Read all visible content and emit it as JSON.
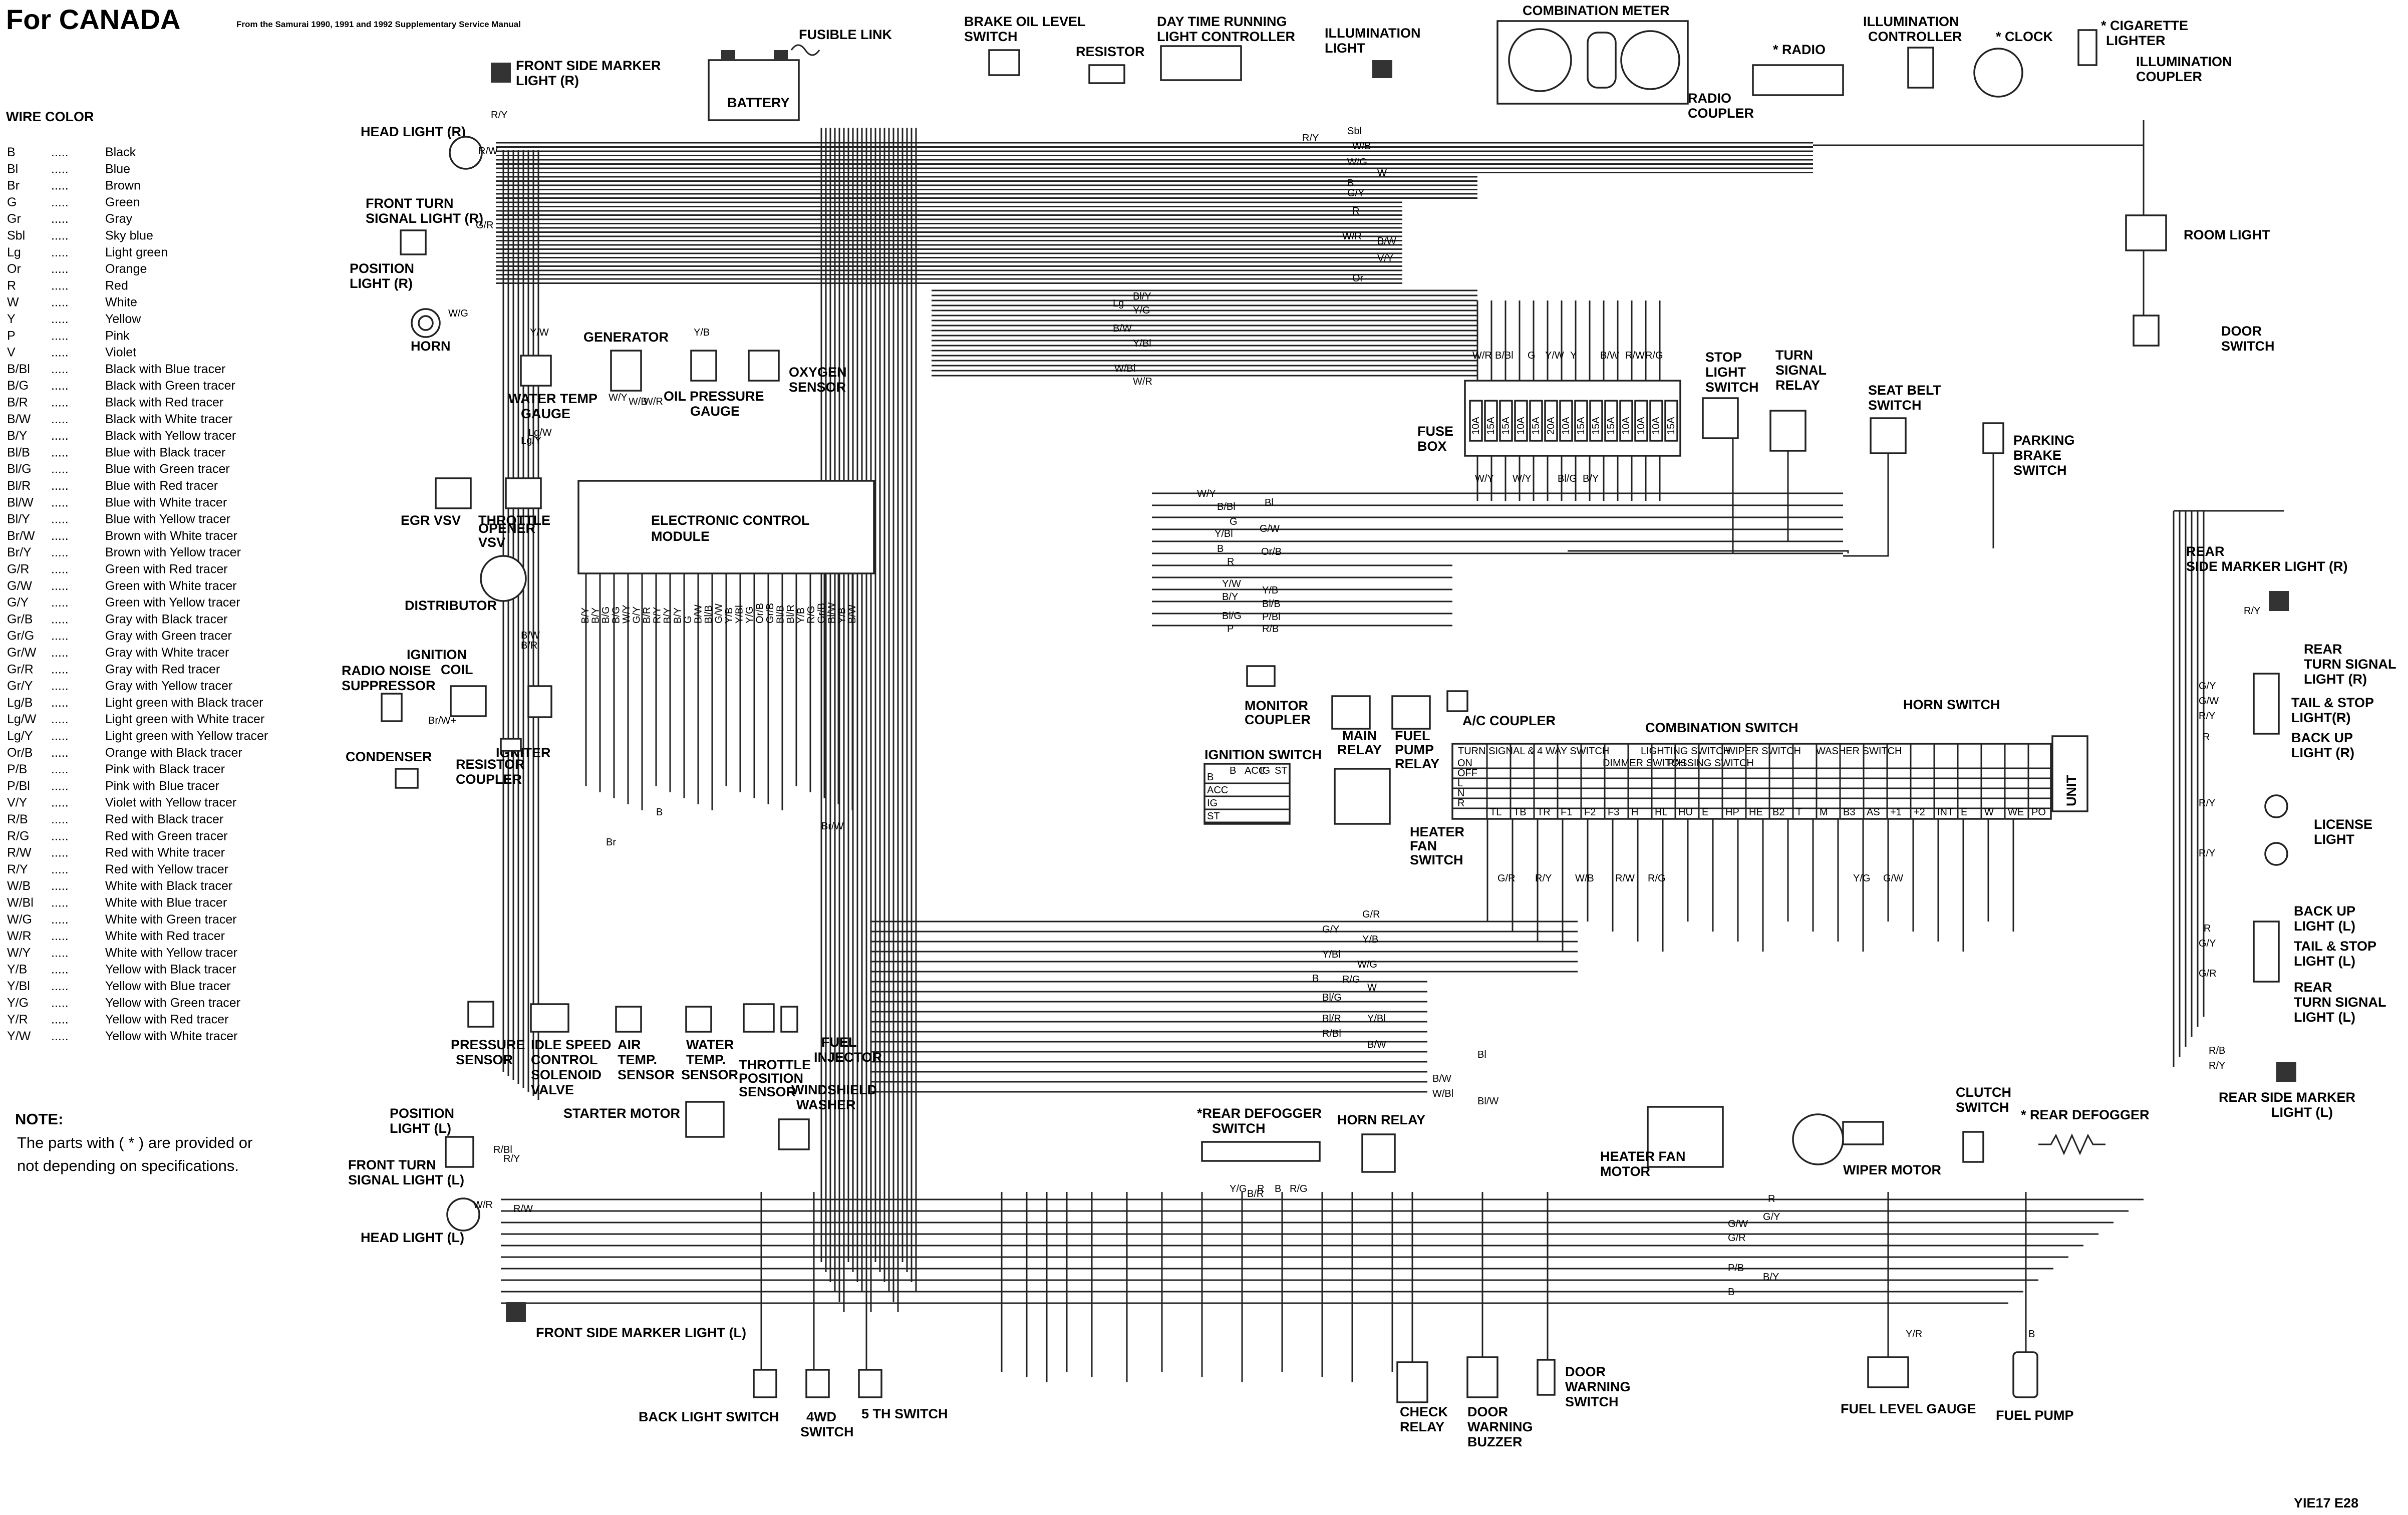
{
  "header": {
    "title": "For CANADA",
    "subtitle": "From the Samurai 1990, 1991 and 1992 Supplementary Service Manual"
  },
  "legend": {
    "title": "WIRE COLOR",
    "items": [
      {
        "code": "B",
        "color": "Black"
      },
      {
        "code": "Bl",
        "color": "Blue"
      },
      {
        "code": "Br",
        "color": "Brown"
      },
      {
        "code": "G",
        "color": "Green"
      },
      {
        "code": "Gr",
        "color": "Gray"
      },
      {
        "code": "Sbl",
        "color": "Sky blue"
      },
      {
        "code": "Lg",
        "color": "Light green"
      },
      {
        "code": "Or",
        "color": "Orange"
      },
      {
        "code": "R",
        "color": "Red"
      },
      {
        "code": "W",
        "color": "White"
      },
      {
        "code": "Y",
        "color": "Yellow"
      },
      {
        "code": "P",
        "color": "Pink"
      },
      {
        "code": "V",
        "color": "Violet"
      },
      {
        "code": "B/Bl",
        "color": "Black with Blue tracer"
      },
      {
        "code": "B/G",
        "color": "Black with Green tracer"
      },
      {
        "code": "B/R",
        "color": "Black with Red tracer"
      },
      {
        "code": "B/W",
        "color": "Black with White tracer"
      },
      {
        "code": "B/Y",
        "color": "Black with Yellow tracer"
      },
      {
        "code": "Bl/B",
        "color": "Blue with Black tracer"
      },
      {
        "code": "Bl/G",
        "color": "Blue with Green tracer"
      },
      {
        "code": "Bl/R",
        "color": "Blue with Red tracer"
      },
      {
        "code": "Bl/W",
        "color": "Blue with White tracer"
      },
      {
        "code": "Bl/Y",
        "color": "Blue with Yellow tracer"
      },
      {
        "code": "Br/W",
        "color": "Brown with White tracer"
      },
      {
        "code": "Br/Y",
        "color": "Brown with Yellow tracer"
      },
      {
        "code": "G/R",
        "color": "Green with Red tracer"
      },
      {
        "code": "G/W",
        "color": "Green with White tracer"
      },
      {
        "code": "G/Y",
        "color": "Green with Yellow tracer"
      },
      {
        "code": "Gr/B",
        "color": "Gray with Black tracer"
      },
      {
        "code": "Gr/G",
        "color": "Gray with Green tracer"
      },
      {
        "code": "Gr/W",
        "color": "Gray with White tracer"
      },
      {
        "code": "Gr/R",
        "color": "Gray with Red tracer"
      },
      {
        "code": "Gr/Y",
        "color": "Gray with Yellow tracer"
      },
      {
        "code": "Lg/B",
        "color": "Light green with Black tracer"
      },
      {
        "code": "Lg/W",
        "color": "Light green with White tracer"
      },
      {
        "code": "Lg/Y",
        "color": "Light green with Yellow tracer"
      },
      {
        "code": "Or/B",
        "color": "Orange with Black tracer"
      },
      {
        "code": "P/B",
        "color": "Pink with Black tracer"
      },
      {
        "code": "P/Bl",
        "color": "Pink with Blue tracer"
      },
      {
        "code": "V/Y",
        "color": "Violet with Yellow tracer"
      },
      {
        "code": "R/B",
        "color": "Red with Black tracer"
      },
      {
        "code": "R/G",
        "color": "Red with Green tracer"
      },
      {
        "code": "R/W",
        "color": "Red with White tracer"
      },
      {
        "code": "R/Y",
        "color": "Red with Yellow tracer"
      },
      {
        "code": "W/B",
        "color": "White with Black tracer"
      },
      {
        "code": "W/Bl",
        "color": "White with Blue tracer"
      },
      {
        "code": "W/G",
        "color": "White with Green tracer"
      },
      {
        "code": "W/R",
        "color": "White with Red tracer"
      },
      {
        "code": "W/Y",
        "color": "White with Yellow tracer"
      },
      {
        "code": "Y/B",
        "color": "Yellow with Black tracer"
      },
      {
        "code": "Y/Bl",
        "color": "Yellow with Blue tracer"
      },
      {
        "code": "Y/G",
        "color": "Yellow with Green tracer"
      },
      {
        "code": "Y/R",
        "color": "Yellow with Red tracer"
      },
      {
        "code": "Y/W",
        "color": "Yellow with White tracer"
      }
    ]
  },
  "note": {
    "title": "NOTE:",
    "line1": "The parts with ( * ) are provided or",
    "line2": "not depending on specifications."
  },
  "components": {
    "fusible_link": "FUSIBLE LINK",
    "battery": "BATTERY",
    "front_side_marker_r": "FRONT SIDE MARKER",
    "front_side_marker_r2": "LIGHT (R)",
    "head_light_r": "HEAD LIGHT (R)",
    "front_turn_r": "FRONT TURN",
    "front_turn_r2": "SIGNAL LIGHT (R)",
    "position_r": "POSITION",
    "position_r2": "LIGHT (R)",
    "horn": "HORN",
    "brake_oil": "BRAKE OIL LEVEL",
    "brake_oil2": "SWITCH",
    "resistor": "RESISTOR",
    "drl1": "DAY TIME RUNNING",
    "drl2": "LIGHT CONTROLLER",
    "illum_light": "ILLUMINATION",
    "illum_light2": "LIGHT",
    "comb_meter": "COMBINATION METER",
    "radio": "* RADIO",
    "radio_coupler": "RADIO",
    "radio_coupler2": "COUPLER",
    "illum_ctrl": "ILLUMINATION",
    "illum_ctrl2": "CONTROLLER",
    "clock": "* CLOCK",
    "cig": "* CIGARETTE",
    "cig2": "LIGHTER",
    "illum_coupler": "ILLUMINATION",
    "illum_coupler2": "COUPLER",
    "room_light": "ROOM LIGHT",
    "door_switch": "DOOR",
    "door_switch2": "SWITCH",
    "generator": "GENERATOR",
    "water_temp_gauge": "WATER TEMP",
    "water_temp_gauge2": "GAUGE",
    "oil_pressure": "OIL PRESSURE",
    "oil_pressure2": "GAUGE",
    "oxygen": "OXYGEN",
    "oxygen2": "SENSOR",
    "fuse_box": "FUSE",
    "fuse_box2": "BOX",
    "stop_light": "STOP",
    "stop_light2": "LIGHT",
    "stop_light3": "SWITCH",
    "turn_relay": "TURN",
    "turn_relay2": "SIGNAL",
    "turn_relay3": "RELAY",
    "seat_belt": "SEAT BELT",
    "seat_belt2": "SWITCH",
    "parking": "PARKING",
    "parking2": "BRAKE",
    "parking3": "SWITCH",
    "egr": "EGR VSV",
    "throttle_opener": "THROTTLE",
    "throttle_opener2": "OPENER",
    "throttle_opener3": "VSV",
    "ecm": "ELECTRONIC CONTROL",
    "ecm2": "MODULE",
    "distributor": "DISTRIBUTOR",
    "radio_noise": "RADIO NOISE",
    "radio_noise2": "SUPPRESSOR",
    "ign_coil": "IGNITION",
    "ign_coil2": "COIL",
    "igniter": "IGNITER",
    "condenser": "CONDENSER",
    "resistor_coupler": "RESISTOR",
    "resistor_coupler2": "COUPLER",
    "monitor": "MONITOR",
    "monitor2": "COUPLER",
    "main_relay": "MAIN",
    "main_relay2": "RELAY",
    "fuel_pump_relay": "FUEL",
    "fuel_pump_relay2": "PUMP",
    "fuel_pump_relay3": "RELAY",
    "ac": "A/C COUPLER",
    "ign_switch": "IGNITION SWITCH",
    "heater_fan_sw": "HEATER",
    "heater_fan_sw2": "FAN",
    "heater_fan_sw3": "SWITCH",
    "comb_switch": "COMBINATION SWITCH",
    "horn_switch": "HORN SWITCH",
    "rear_side_r": "REAR",
    "rear_side_r2": "SIDE MARKER LIGHT (R)",
    "rear_turn_r": "REAR",
    "rear_turn_r2": "TURN SIGNAL",
    "rear_turn_r3": "LIGHT (R)",
    "tail_r": "TAIL & STOP",
    "tail_r2": "LIGHT(R)",
    "backup_r": "BACK UP",
    "backup_r2": "LIGHT (R)",
    "license": "LICENSE",
    "license2": "LIGHT",
    "backup_l": "BACK UP",
    "backup_l2": "LIGHT (L)",
    "tail_l": "TAIL & STOP",
    "tail_l2": "LIGHT (L)",
    "rear_turn_l": "REAR",
    "rear_turn_l2": "TURN SIGNAL",
    "rear_turn_l3": "LIGHT (L)",
    "rear_side_l": "REAR SIDE MARKER",
    "rear_side_l2": "LIGHT (L)",
    "pressure": "PRESSURE",
    "pressure2": "SENSOR",
    "isc": "IDLE SPEED",
    "isc2": "CONTROL",
    "isc3": "SOLENOID",
    "isc4": "VALVE",
    "air_temp": "AIR",
    "air_temp2": "TEMP.",
    "air_temp3": "SENSOR",
    "water_temp_sensor": "WATER",
    "water_temp_sensor2": "TEMP.",
    "water_temp_sensor3": "SENSOR",
    "tps": "THROTTLE",
    "tps2": "POSITION",
    "tps3": "SENSOR",
    "injector": "FUEL",
    "injector2": "INJECTOR",
    "washer": "WINDSHIELD",
    "washer2": "WASHER",
    "starter": "STARTER MOTOR",
    "position_l": "POSITION",
    "position_l2": "LIGHT (L)",
    "front_turn_l": "FRONT TURN",
    "front_turn_l2": "SIGNAL LIGHT (L)",
    "head_light_l": "HEAD LIGHT (L)",
    "front_side_l": "FRONT SIDE MARKER LIGHT (L)",
    "rear_defogger_sw": "*REAR DEFOGGER",
    "rear_defogger_sw2": "SWITCH",
    "horn_relay": "HORN RELAY",
    "heater_motor": "HEATER FAN",
    "heater_motor2": "MOTOR",
    "wiper": "WIPER MOTOR",
    "clutch": "CLUTCH",
    "clutch2": "SWITCH",
    "rear_defogger": "* REAR DEFOGGER",
    "back_light_sw": "BACK LIGHT SWITCH",
    "fwd": "4WD",
    "fwd2": "SWITCH",
    "fifth": "5 TH SWITCH",
    "check_relay": "CHECK",
    "check_relay2": "RELAY",
    "door_buzzer": "DOOR",
    "door_buzzer2": "WARNING",
    "door_buzzer3": "BUZZER",
    "door_warn_sw": "DOOR",
    "door_warn_sw2": "WARNING",
    "door_warn_sw3": "SWITCH",
    "fuel_gauge": "FUEL LEVEL GAUGE",
    "fuel_pump": "FUEL PUMP"
  },
  "wire_labels": {
    "tr1": "Sbl",
    "tr2": "R/Y",
    "tr3": "W/B",
    "tr4": "W/G",
    "tr5": "W",
    "tr6": "B",
    "tr7": "G/Y",
    "tr8": "R",
    "tr9": "W/R",
    "tr10": "B/W",
    "tr11": "V/Y",
    "tr12": "Or",
    "ml1": "Bl/Y",
    "ml2": "Y/G",
    "ml3": "B/W",
    "ml4": "Y/Bl",
    "ml5": "W/Bl",
    "ml6": "W/R",
    "ml7": "Lg",
    "ecm1": "W/Y",
    "ecm2": "B/Bl",
    "ecm3": "G",
    "ecm4": "Y/Bl",
    "ecm5": "B",
    "ecm6": "R",
    "ecm7": "Bl",
    "ecm8": "G/W",
    "ecm9": "Or/B",
    "mid1": "Y/W",
    "mid2": "B/Y",
    "mid3": "Y/B",
    "mid4": "Bl/B",
    "mid5": "P/Bl",
    "mid6": "Bl/G",
    "mid7": "P",
    "mid8": "R/B",
    "low1": "G/R",
    "low2": "G/Y",
    "low3": "Y/B",
    "low4": "Y/Bl",
    "low5": "W/G",
    "low6": "R/G",
    "low7": "W",
    "low8": "B",
    "low9": "Bl/G",
    "low10": "Bl/R",
    "low11": "Y/Bl",
    "low12": "R/Bl",
    "low13": "B/W",
    "bt1": "Bl",
    "bt2": "B/W",
    "bt3": "W/Bl",
    "bt4": "Bl/W",
    "bb1": "R",
    "bb2": "G/Y",
    "bb3": "G/W",
    "bb4": "G/R",
    "bb5": "P/B",
    "bb6": "B/Y",
    "bb7": "B",
    "rt1": "R/Y",
    "rt2": "G/Y",
    "rt3": "G/W",
    "rt4": "R/Y",
    "rt5": "R",
    "rt6": "R/Y",
    "rt7": "R/Y",
    "rt8": "R",
    "rt9": "G/Y",
    "rt10": "G/R",
    "rt11": "R/B",
    "rt12": "R/Y",
    "lf1": "R/Y",
    "lf2": "G/R",
    "lf3": "R/W",
    "lf4": "R/Bl",
    "lf5": "R/Y",
    "lf6": "R/W",
    "lf7": "W/G",
    "lf8": "W/R",
    "gen1": "Y/W",
    "gen2": "Y/B",
    "gen3": "W/Y",
    "gen4": "W/B",
    "gen5": "W/R",
    "gen6": "Lg/Y",
    "gen7": "Lg/W",
    "cs1": "B",
    "cs2": "Br",
    "cs3": "Br/W",
    "cs4": "Br/W+",
    "cs5": "B/W",
    "cs6": "B/R",
    "sw1": "B/R",
    "sw2": "G/R",
    "sw3": "R/Y",
    "sw4": "W/B",
    "sw5": "R/W",
    "sw6": "R/G",
    "sw7": "Y/G",
    "sw8": "G/W",
    "fb1": "W/Y",
    "fb2": "W/Y",
    "fb3": "Bl/G",
    "fb4": "B/Y",
    "fb5": "B/W",
    "fb6": "R/G",
    "fb7": "W/R",
    "fb8": "B/Bl",
    "fb9": "G",
    "fb10": "Y/W",
    "fb11": "Y",
    "fb12": "R/W",
    "d1": "Y/G",
    "d2": "R",
    "d3": "B",
    "d4": "R/G",
    "fl1": "Y/R",
    "fl2": "B",
    "fid": "YIE17  E28"
  },
  "ign_switch_table": {
    "rows": [
      "B",
      "ACC",
      "IG",
      "ST"
    ],
    "cols": [
      "B",
      "ACC",
      "IG",
      "ST"
    ]
  },
  "comb_switch_table": {
    "groups": [
      "TURN SIGNAL & 4 WAY SWITCH",
      "LIGHTING SWITCH",
      "WIPER SWITCH",
      "WASHER SWITCH"
    ],
    "sub": [
      "DIMMER SWITCH",
      "PASSING SWITCH"
    ],
    "rows": [
      "ON",
      "OFF",
      "L",
      "N",
      "R"
    ],
    "pins": [
      "TL",
      "TB",
      "TR",
      "F1",
      "F2",
      "F3",
      "H",
      "HL",
      "HU",
      "E",
      "HP",
      "HE",
      "B2",
      "T",
      "M",
      "B3",
      "AS",
      "+1",
      "+2",
      "INT",
      "E",
      "W",
      "WE",
      "PO"
    ],
    "unit": "UNIT"
  },
  "fuse_ratings": [
    "10A",
    "15A",
    "15A",
    "10A",
    "15A",
    "20A",
    "10A",
    "15A",
    "15A",
    "15A",
    "10A",
    "10A",
    "10A",
    "15A"
  ],
  "ecm_pins": [
    "B/Y",
    "B/Y",
    "B/G",
    "B/G",
    "W/Y",
    "G/Y",
    "B/R",
    "R/Y",
    "B/Y",
    "B/Y",
    "G",
    "B/W",
    "Bl/B",
    "G/W",
    "Y/B",
    "Y/Bl",
    "Y/G",
    "Or/B",
    "Gr/B",
    "Bl/B",
    "Bl/R",
    "Y/B",
    "R/G",
    "Gr/B",
    "Bl/W",
    "Y/B",
    "B/W"
  ],
  "colors": {
    "ink": "#222222",
    "paper": "#ffffff"
  }
}
